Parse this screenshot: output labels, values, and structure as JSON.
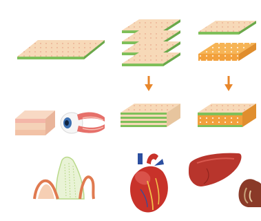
{
  "figure": {
    "rows": [
      {
        "row": "top",
        "items": [
          "single-cell-sheet",
          "stacked-cell-sheets",
          "bilayer-cell-sheets"
        ]
      },
      {
        "row": "middle",
        "items": [
          "skin-tissue",
          "eye",
          "layered-tissue",
          "bilayer-tissue"
        ]
      },
      {
        "row": "bottom",
        "items": [
          "tooth-periodontal",
          "heart",
          "liver",
          "kidney"
        ]
      }
    ],
    "arrows": [
      {
        "from": "stacked-cell-sheets",
        "to": "layered-tissue"
      },
      {
        "from": "bilayer-cell-sheets",
        "to": "bilayer-tissue"
      }
    ]
  },
  "colors": {
    "sheet_top": "#f7d9b8",
    "sheet_edge": "#7fbf5a",
    "orange_layer": "#f2a03c",
    "arrow": "#e8862a",
    "skin_pink": "#f4b6a8",
    "skin_tan": "#f5d2b8",
    "eye_iris": "#3b6fb0",
    "heart_red": "#c8322a",
    "heart_blue": "#2c4fa0",
    "liver_red": "#b8352c",
    "kidney_brown": "#8a3a28",
    "tooth_outline": "#e07a50",
    "tooth_green": "#b9d98a"
  }
}
